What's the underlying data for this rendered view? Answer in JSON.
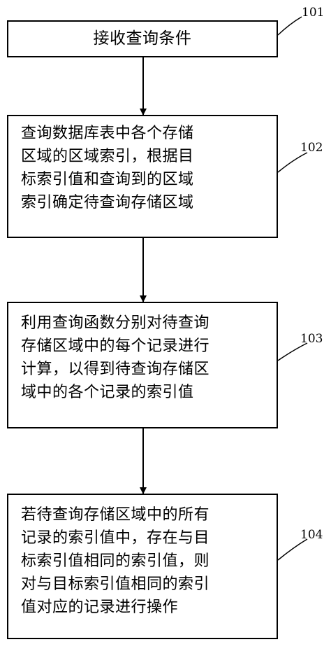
{
  "steps": [
    {
      "label": "101",
      "text": "接收查询条件"
    },
    {
      "label": "102",
      "text": "查询数据库表中各个存储\n区域的区域索引，根据目\n标索引值和查询到的区域\n索引确定待查询存储区域"
    },
    {
      "label": "103",
      "text": "利用查询函数分别对待查询\n存储区域中的每个记录进行\n计算，以得到待查询存储区\n域中的各个记录的索引值"
    },
    {
      "label": "104",
      "text": "若待查询存储区域中的所有\n记录的索引值中，存在与目\n标索引值相同的索引值，则\n对与目标索引值相同的索引\n值对应的记录进行操作"
    }
  ]
}
